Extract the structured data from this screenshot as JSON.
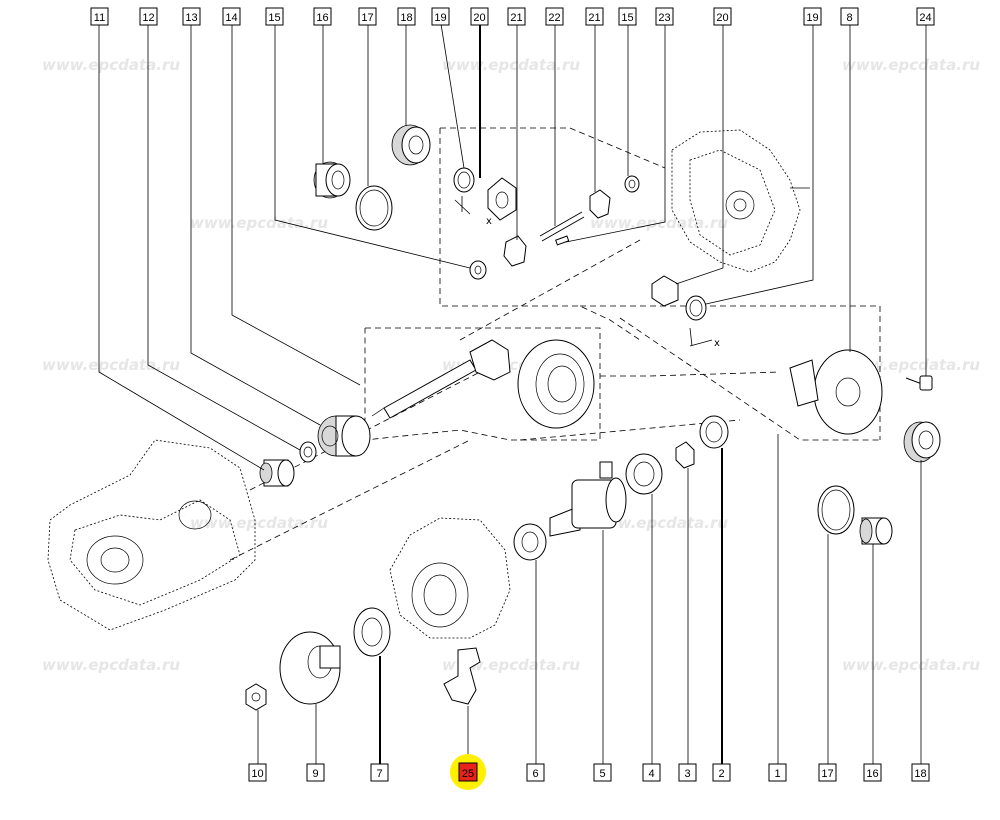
{
  "diagram": {
    "watermark": "www.epcdata.ru",
    "highlight_color": "#ffef00",
    "highlight_box_color": "#e8231e",
    "top_callouts": [
      "11",
      "12",
      "13",
      "14",
      "15",
      "16",
      "17",
      "18",
      "19",
      "20",
      "21",
      "22",
      "21",
      "15",
      "23",
      "20",
      "19",
      "8",
      "24"
    ],
    "bottom_callouts": [
      "10",
      "9",
      "7",
      "25",
      "6",
      "5",
      "4",
      "3",
      "2",
      "1",
      "17",
      "16",
      "18"
    ],
    "highlighted_part": "25",
    "axis_mark": "x"
  }
}
